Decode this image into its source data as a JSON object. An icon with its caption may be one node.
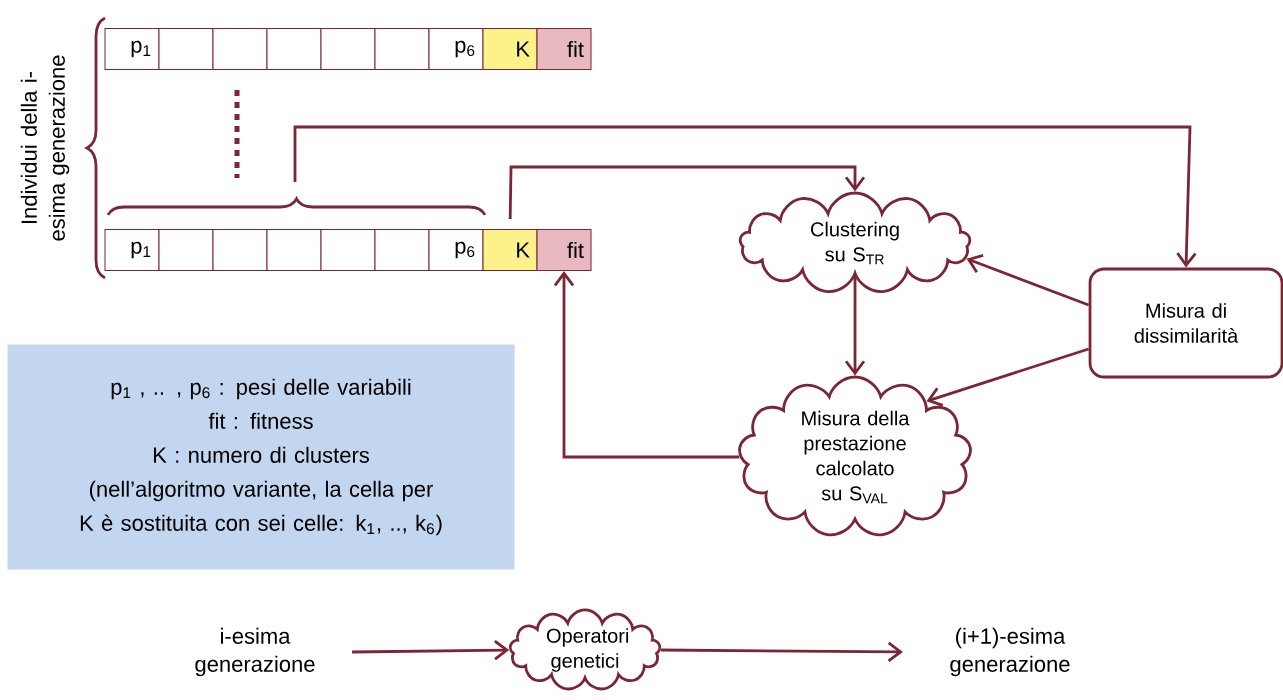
{
  "diagram": {
    "nodes": [
      {
        "text": [
          "p$_{1}$"
        ]
      },
      {
        "text": [],
        "shape": "box"
      },
      {
        "text": [],
        "shape": "box"
      },
      {
        "text": [],
        "shape": "box"
      },
      {
        "text": [],
        "shape": "box"
      },
      {
        "text": [],
        "shape": "box"
      },
      {
        "text": [
          "p$_{6}$"
        ]
      },
      {
        "text": [
          "K"
        ]
      },
      {
        "text": [
          "fit"
        ]
      },
      {
        "text": [
          "p$_{1}$"
        ]
      },
      {
        "text": [],
        "shape": "box"
      },
      {
        "text": [],
        "shape": "box"
      },
      {
        "text": [],
        "shape": "box"
      },
      {
        "text": [],
        "shape": "box"
      },
      {
        "text": [],
        "shape": "box"
      },
      {
        "text": [
          "p$_{6}$"
        ]
      },
      {
        "text": [
          "K"
        ]
      },
      {
        "text": [
          "fit"
        ]
      },
      {
        "text": [
          "Clustering su S$_{TR}$"
        ]
      },
      {
        "text": [
          "Misura di dissimilarità"
        ]
      },
      {
        "text": [
          "Misura della prestazione calcolato su S$_{VAL}$"
        ]
      },
      {
        "text": [
          "p$_{1}$ , .. , p$_{6}$ : pesi delle variabili",
          "fit : fitness",
          "K : numero di clusters",
          "(nell’algoritmo variante, la cella per K è sostituita con sei celle: k$_{1}$, .., k$_{6}$)"
        ]
      },
      {
        "text": [
          "i-esima generazione"
        ]
      },
      {
        "text": [
          "Operatori genetici"
        ]
      },
      {
        "text": [
          "(i+1)-esima generazione"
        ]
      }
    ],
    "edges": [
      {
        "from": null,
        "to": 19,
        "arrow": "to"
      },
      {
        "from": 16,
        "to": 18,
        "arrow": "to"
      },
      {
        "from": 19,
        "to": 18,
        "arrow": "to"
      },
      {
        "from": 19,
        "to": 20,
        "arrow": "to"
      },
      {
        "from": 18,
        "to": 20,
        "arrow": "to"
      },
      {
        "from": 20,
        "to": 17,
        "arrow": "to"
      },
      {
        "from": 22,
        "to": 23,
        "arrow": "to"
      },
      {
        "from": 23,
        "to": 24,
        "arrow": "to"
      }
    ],
    "labels": [
      "Individui della i-esima generazione"
    ]
  }
}
